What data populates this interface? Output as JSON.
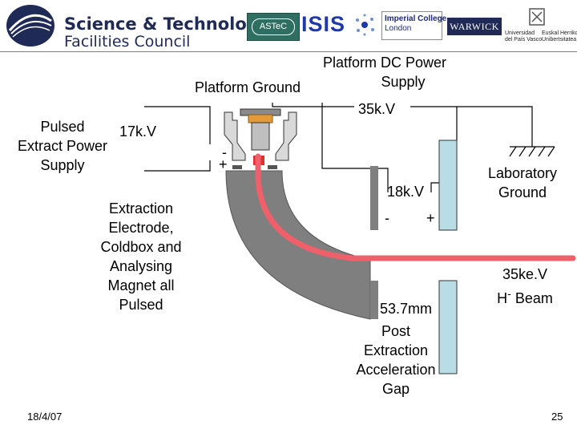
{
  "header": {
    "org_title": "Science & Technology",
    "org_subtitle": "Facilities Council",
    "partner_logos": [
      "ASTeC",
      "ISIS",
      "Imperial College London",
      "WARWICK",
      "Universidad del País Vasco / Euskal Herriko Unibertsitatea"
    ],
    "astec": "ASTeC",
    "isis": "ISIS",
    "imperial_line1": "Imperial College",
    "imperial_line2": "London",
    "warwick": "WARWICK",
    "ehu_line1": "Universidad",
    "ehu_line2": "del País Vasco",
    "ehu_line3": "Euskal Herriko",
    "ehu_line4": "Unibertsitatea"
  },
  "labels": {
    "platform_dc_line1": "Platform DC Power",
    "platform_dc_line2": "Supply",
    "platform_ground": "Platform Ground",
    "kv35": "35k.V",
    "pulsed_line1": "Pulsed",
    "pulsed_line2": "Extract Power",
    "pulsed_line3": "Supply",
    "kv17": "17k.V",
    "minus_left": "-",
    "plus_left": "+",
    "kv18": "18k.V",
    "minus_right": "-",
    "plus_right": "+",
    "lab_ground_line1": "Laboratory",
    "lab_ground_line2": "Ground",
    "extraction": [
      "Extraction",
      "Electrode,",
      "Coldbox and",
      "Analysing",
      "Magnet all",
      "Pulsed"
    ],
    "beam_energy": "35ke.V",
    "beam_ion": "H",
    "beam_charge": "-",
    "beam_word": "Beam",
    "gap": "53.7mm",
    "post": [
      "Post",
      "Extraction",
      "Acceleration",
      "Gap"
    ]
  },
  "footer": {
    "date": "18/4/07",
    "page": "25"
  },
  "colors": {
    "beam": "#f0606a",
    "magnet": "#7f7f7f",
    "electrode": "#b8dde4",
    "source_orange": "#e59a3a",
    "navy": "#1f2a56"
  }
}
